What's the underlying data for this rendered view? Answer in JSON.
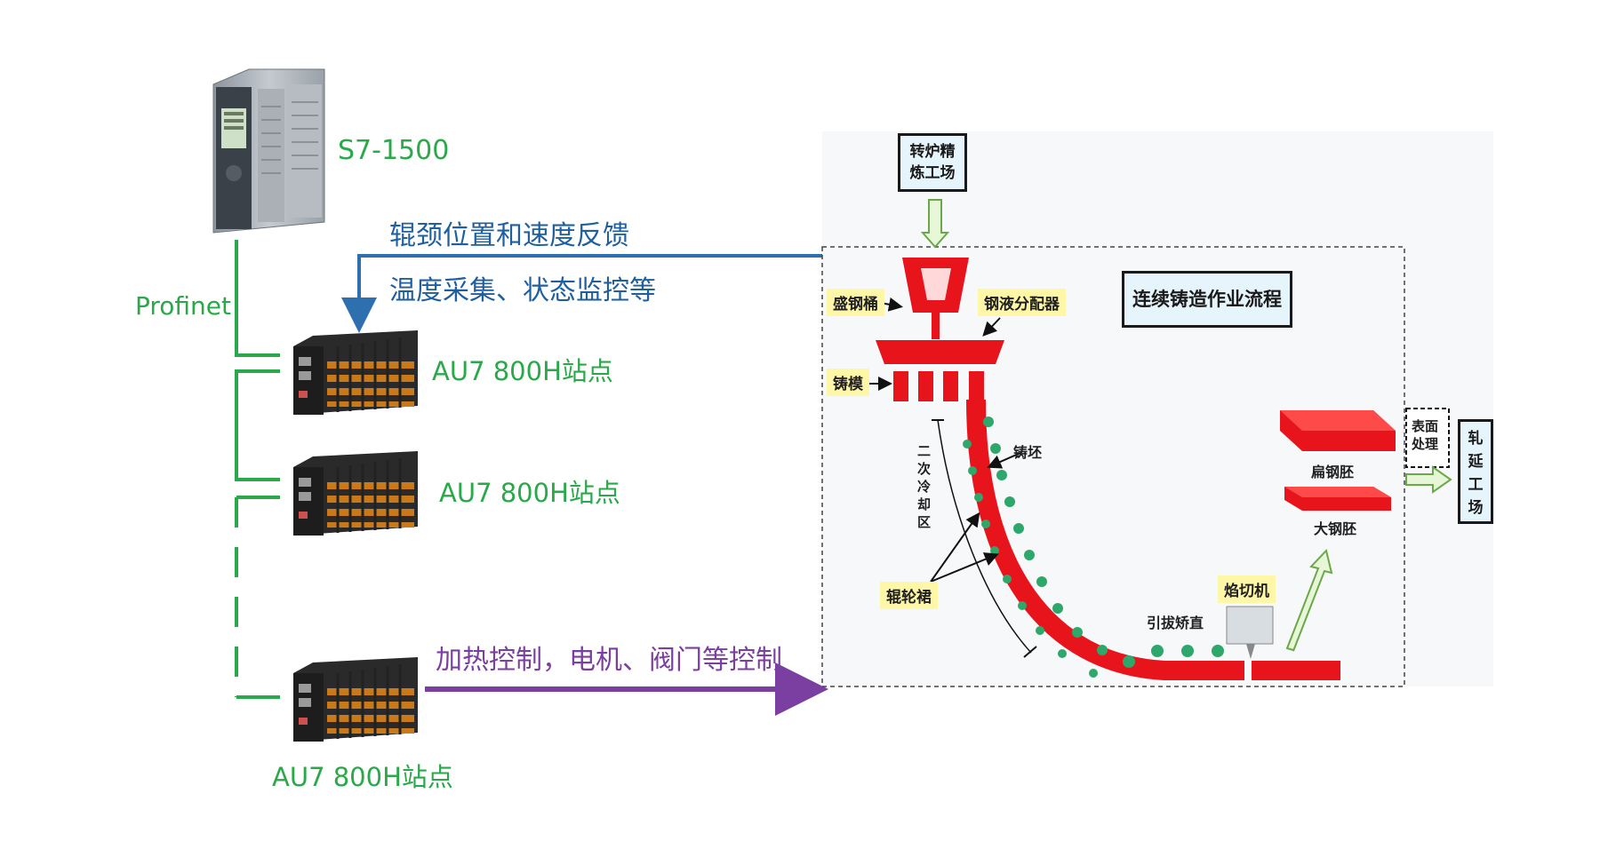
{
  "plc": {
    "label": "S7-1500",
    "icon": "plc-cpu-icon"
  },
  "network": {
    "label": "Profinet"
  },
  "stations": [
    {
      "label": "AU7 800H站点"
    },
    {
      "label": "AU7 800H站点"
    },
    {
      "label": "AU7 800H站点"
    }
  ],
  "feedback": {
    "line1": "辊颈位置和速度反馈",
    "line2": "温度采集、状态监控等"
  },
  "control": {
    "label": "加热控制，电机、阀门等控制"
  },
  "process": {
    "title": "连续铸造作业流程",
    "converter": "转炉精\n炼工场",
    "ladle": "盛钢桶",
    "tundish": "钢液分配器",
    "mold": "铸模",
    "secondary_cooling": "二\n次\n冷\n却\n区",
    "strand": "铸坯",
    "rollers": "辊轮裙",
    "straightener": "引拔矫直",
    "cutter": "焰切机",
    "slab": "扁钢胚",
    "bloom": "大钢胚",
    "surface": "表面\n处理",
    "rolling": "轧\n延\n工\n场"
  },
  "colors": {
    "green": "#2aa84a",
    "blue": "#1f5fa0",
    "purple": "#7a3fa0",
    "steel_red": "#e8141c",
    "roller_green": "#2ea86a"
  }
}
